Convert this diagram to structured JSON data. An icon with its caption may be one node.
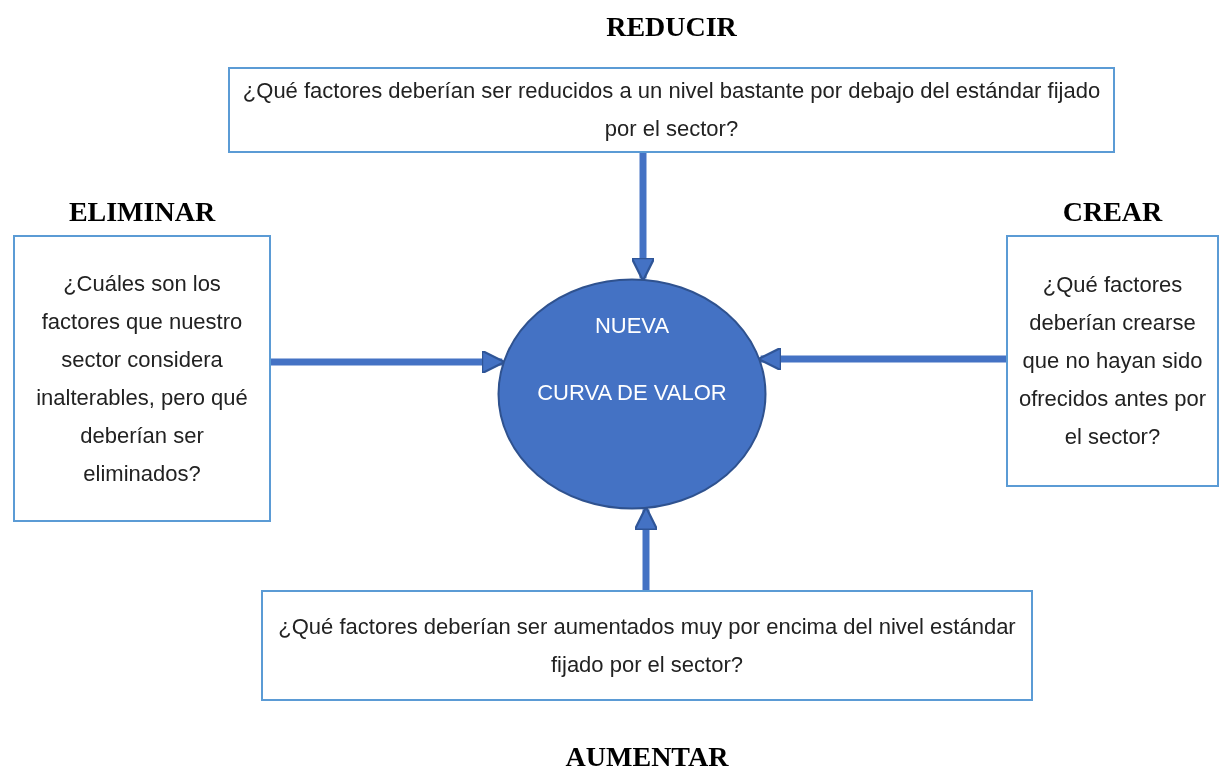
{
  "diagram": {
    "nodes": [
      {
        "text": [
          "REDUCIR",
          "¿Qué factores deberían ser reducidos a un nivel bastante por debajo del estándar fijado por el sector?"
        ]
      },
      {
        "text": [
          "ELIMINAR",
          "¿Cuáles son los factores que nuestro sector considera inalterables, pero qué deberían ser eliminados?"
        ]
      },
      {
        "text": [
          "NUEVA",
          "CURVA DE VALOR"
        ]
      },
      {
        "text": [
          "CREAR",
          "¿Qué factores deberían crearse que no hayan sido ofrecidos antes por el sector?"
        ]
      },
      {
        "text": [
          "¿Qué factores deberían ser aumentados muy por encima del nivel estándar fijado por el sector?",
          "AUMENTAR"
        ]
      }
    ],
    "edges": [
      {
        "from": 0,
        "to": 2,
        "arrow": "to"
      },
      {
        "from": 1,
        "to": 2,
        "arrow": "to"
      },
      {
        "from": 3,
        "to": 2,
        "arrow": "to"
      },
      {
        "from": 4,
        "to": 2,
        "arrow": "to"
      }
    ]
  }
}
